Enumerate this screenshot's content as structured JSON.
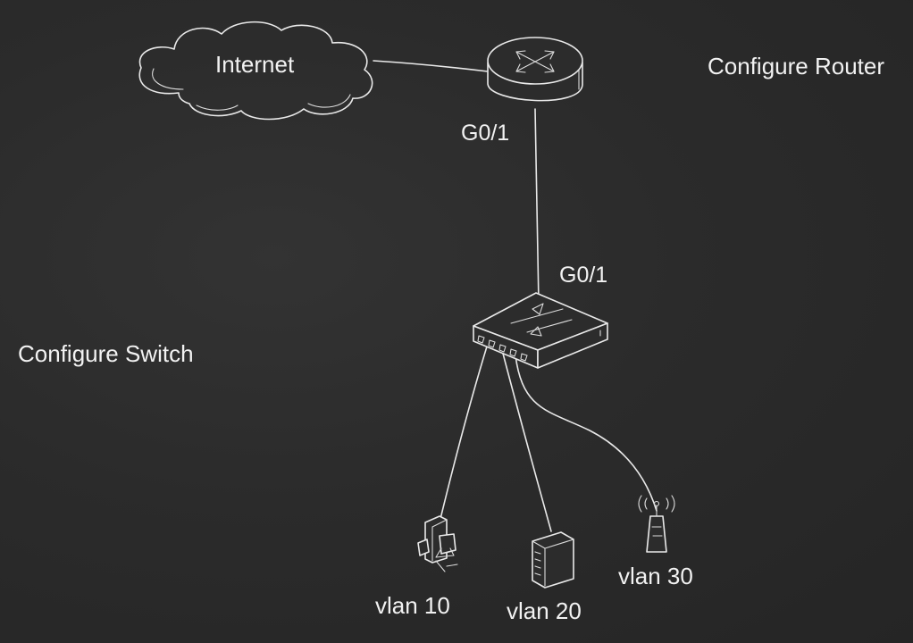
{
  "diagram": {
    "nodes": {
      "internet": {
        "label": "Internet"
      },
      "router": {
        "label": ""
      },
      "switch": {
        "label": ""
      },
      "pc": {
        "label": "vlan 10"
      },
      "server": {
        "label": "vlan 20"
      },
      "access_point": {
        "label": "vlan 30"
      }
    },
    "ports": {
      "router_port": "G0/1",
      "switch_port": "G0/1"
    },
    "notes": {
      "router_config": "Configure Router",
      "switch_config": "Configure Switch"
    },
    "links": [
      {
        "from": "internet",
        "to": "router"
      },
      {
        "from": "router",
        "to": "switch"
      },
      {
        "from": "switch",
        "to": "pc"
      },
      {
        "from": "switch",
        "to": "server"
      },
      {
        "from": "switch",
        "to": "access_point"
      }
    ],
    "colors": {
      "background": "#2b2b2b",
      "chalk": "#f2f2f2"
    }
  }
}
